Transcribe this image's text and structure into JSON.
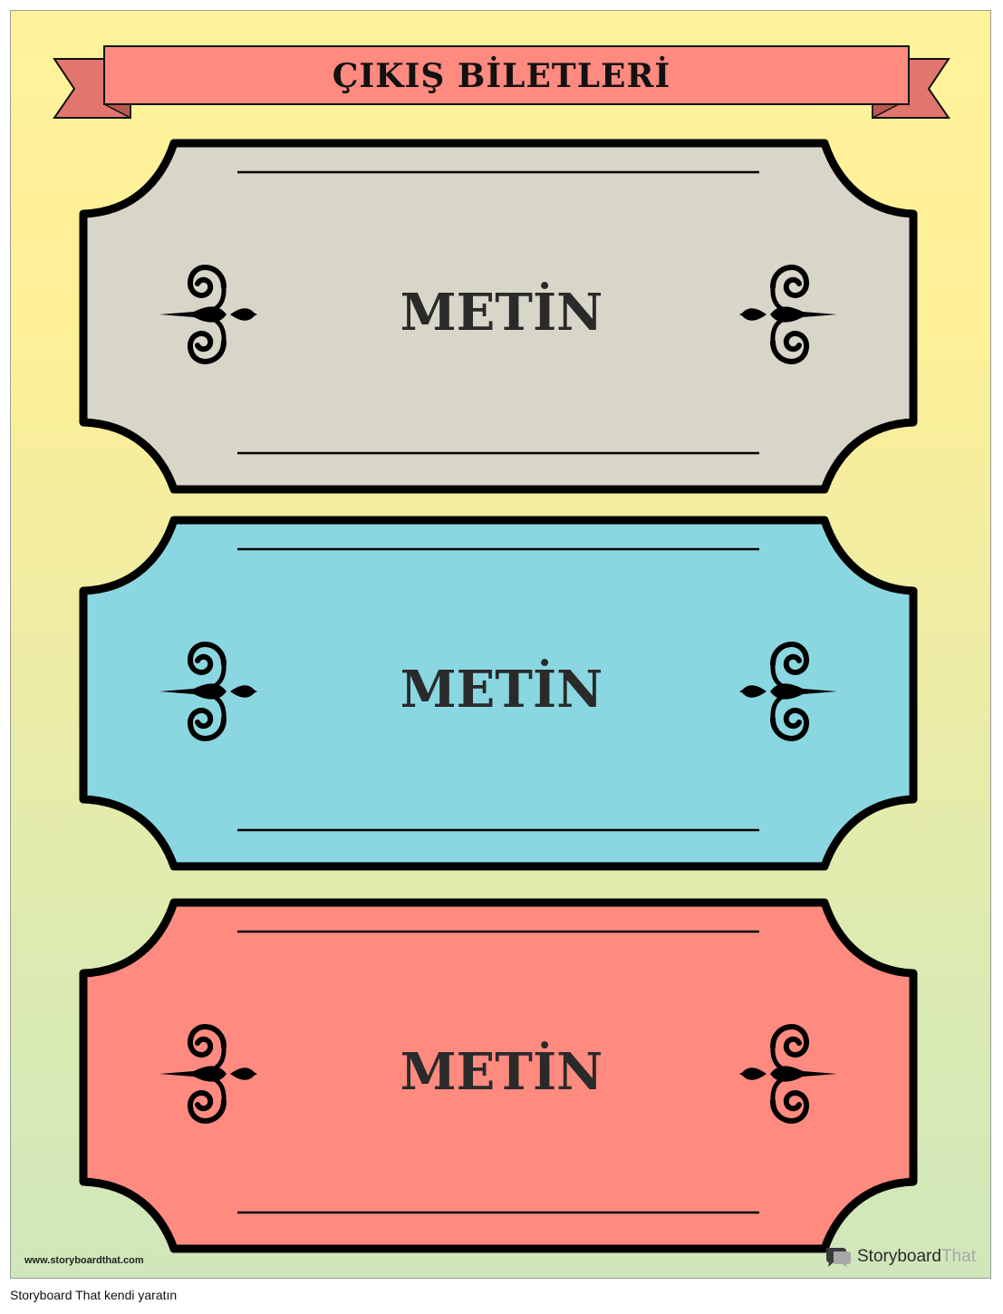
{
  "title": "ÇIKIŞ BİLETLERİ",
  "colors": {
    "banner": "#ff8a80",
    "banner_dark": "#e0766e",
    "ticket_1": "#d8d6c9",
    "ticket_2": "#8ad7e1",
    "ticket_3": "#ff8a80",
    "outline": "#000000"
  },
  "tickets": [
    {
      "text": "METİN",
      "icon": "fleur-ornament-icon"
    },
    {
      "text": "METİN",
      "icon": "fleur-ornament-icon"
    },
    {
      "text": "METİN",
      "icon": "fleur-ornament-icon"
    }
  ],
  "watermark": {
    "url": "www.storyboardthat.com",
    "brand_a": "Storyboard",
    "brand_b": "That",
    "icon": "speech-bubble-icon"
  },
  "footer": "Storyboard That kendi yaratın"
}
